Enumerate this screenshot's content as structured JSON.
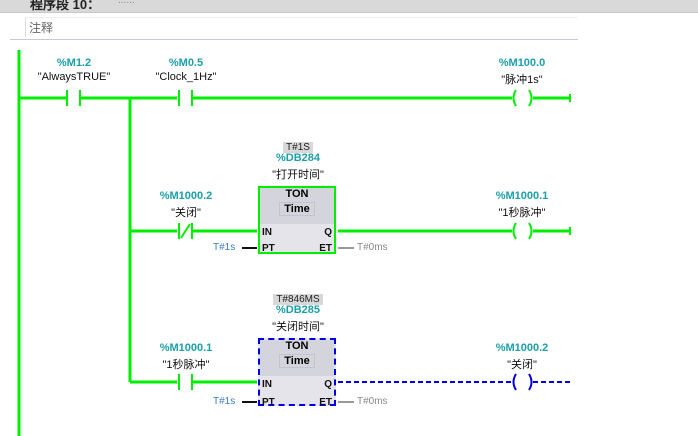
{
  "network": {
    "title": "程序段 10：",
    "dots": "......",
    "comment": "注释"
  },
  "rung1": {
    "c1": {
      "op": "%M1.2",
      "sym": "\"AlwaysTRUE\""
    },
    "c2": {
      "op": "%M0.5",
      "sym": "\"Clock_1Hz\""
    },
    "coil": {
      "op": "%M100.0",
      "sym": "\"脉冲1s\""
    }
  },
  "rung2": {
    "contact": {
      "op": "%M1000.2",
      "sym": "\"关闭\""
    },
    "timer": {
      "preset_display": "T#1S",
      "db": "%DB284",
      "name": "\"打开时间\"",
      "type": "TON",
      "subtype": "Time",
      "in": "IN",
      "pt": "PT",
      "q": "Q",
      "et": "ET",
      "pt_val": "T#1s",
      "et_val": "T#0ms"
    },
    "coil": {
      "op": "%M1000.1",
      "sym": "\"1秒脉冲\""
    }
  },
  "rung3": {
    "contact": {
      "op": "%M1000.1",
      "sym": "\"1秒脉冲\""
    },
    "timer": {
      "preset_display": "T#846MS",
      "db": "%DB285",
      "name": "\"关闭时间\"",
      "type": "TON",
      "subtype": "Time",
      "in": "IN",
      "pt": "PT",
      "q": "Q",
      "et": "ET",
      "pt_val": "T#1s",
      "et_val": "T#0ms"
    },
    "coil": {
      "op": "%M1000.2",
      "sym": "\"关闭\""
    }
  },
  "colors": {
    "powered": "#00ee00",
    "selected": "#0000e0",
    "operand": "#1ba0a8"
  }
}
